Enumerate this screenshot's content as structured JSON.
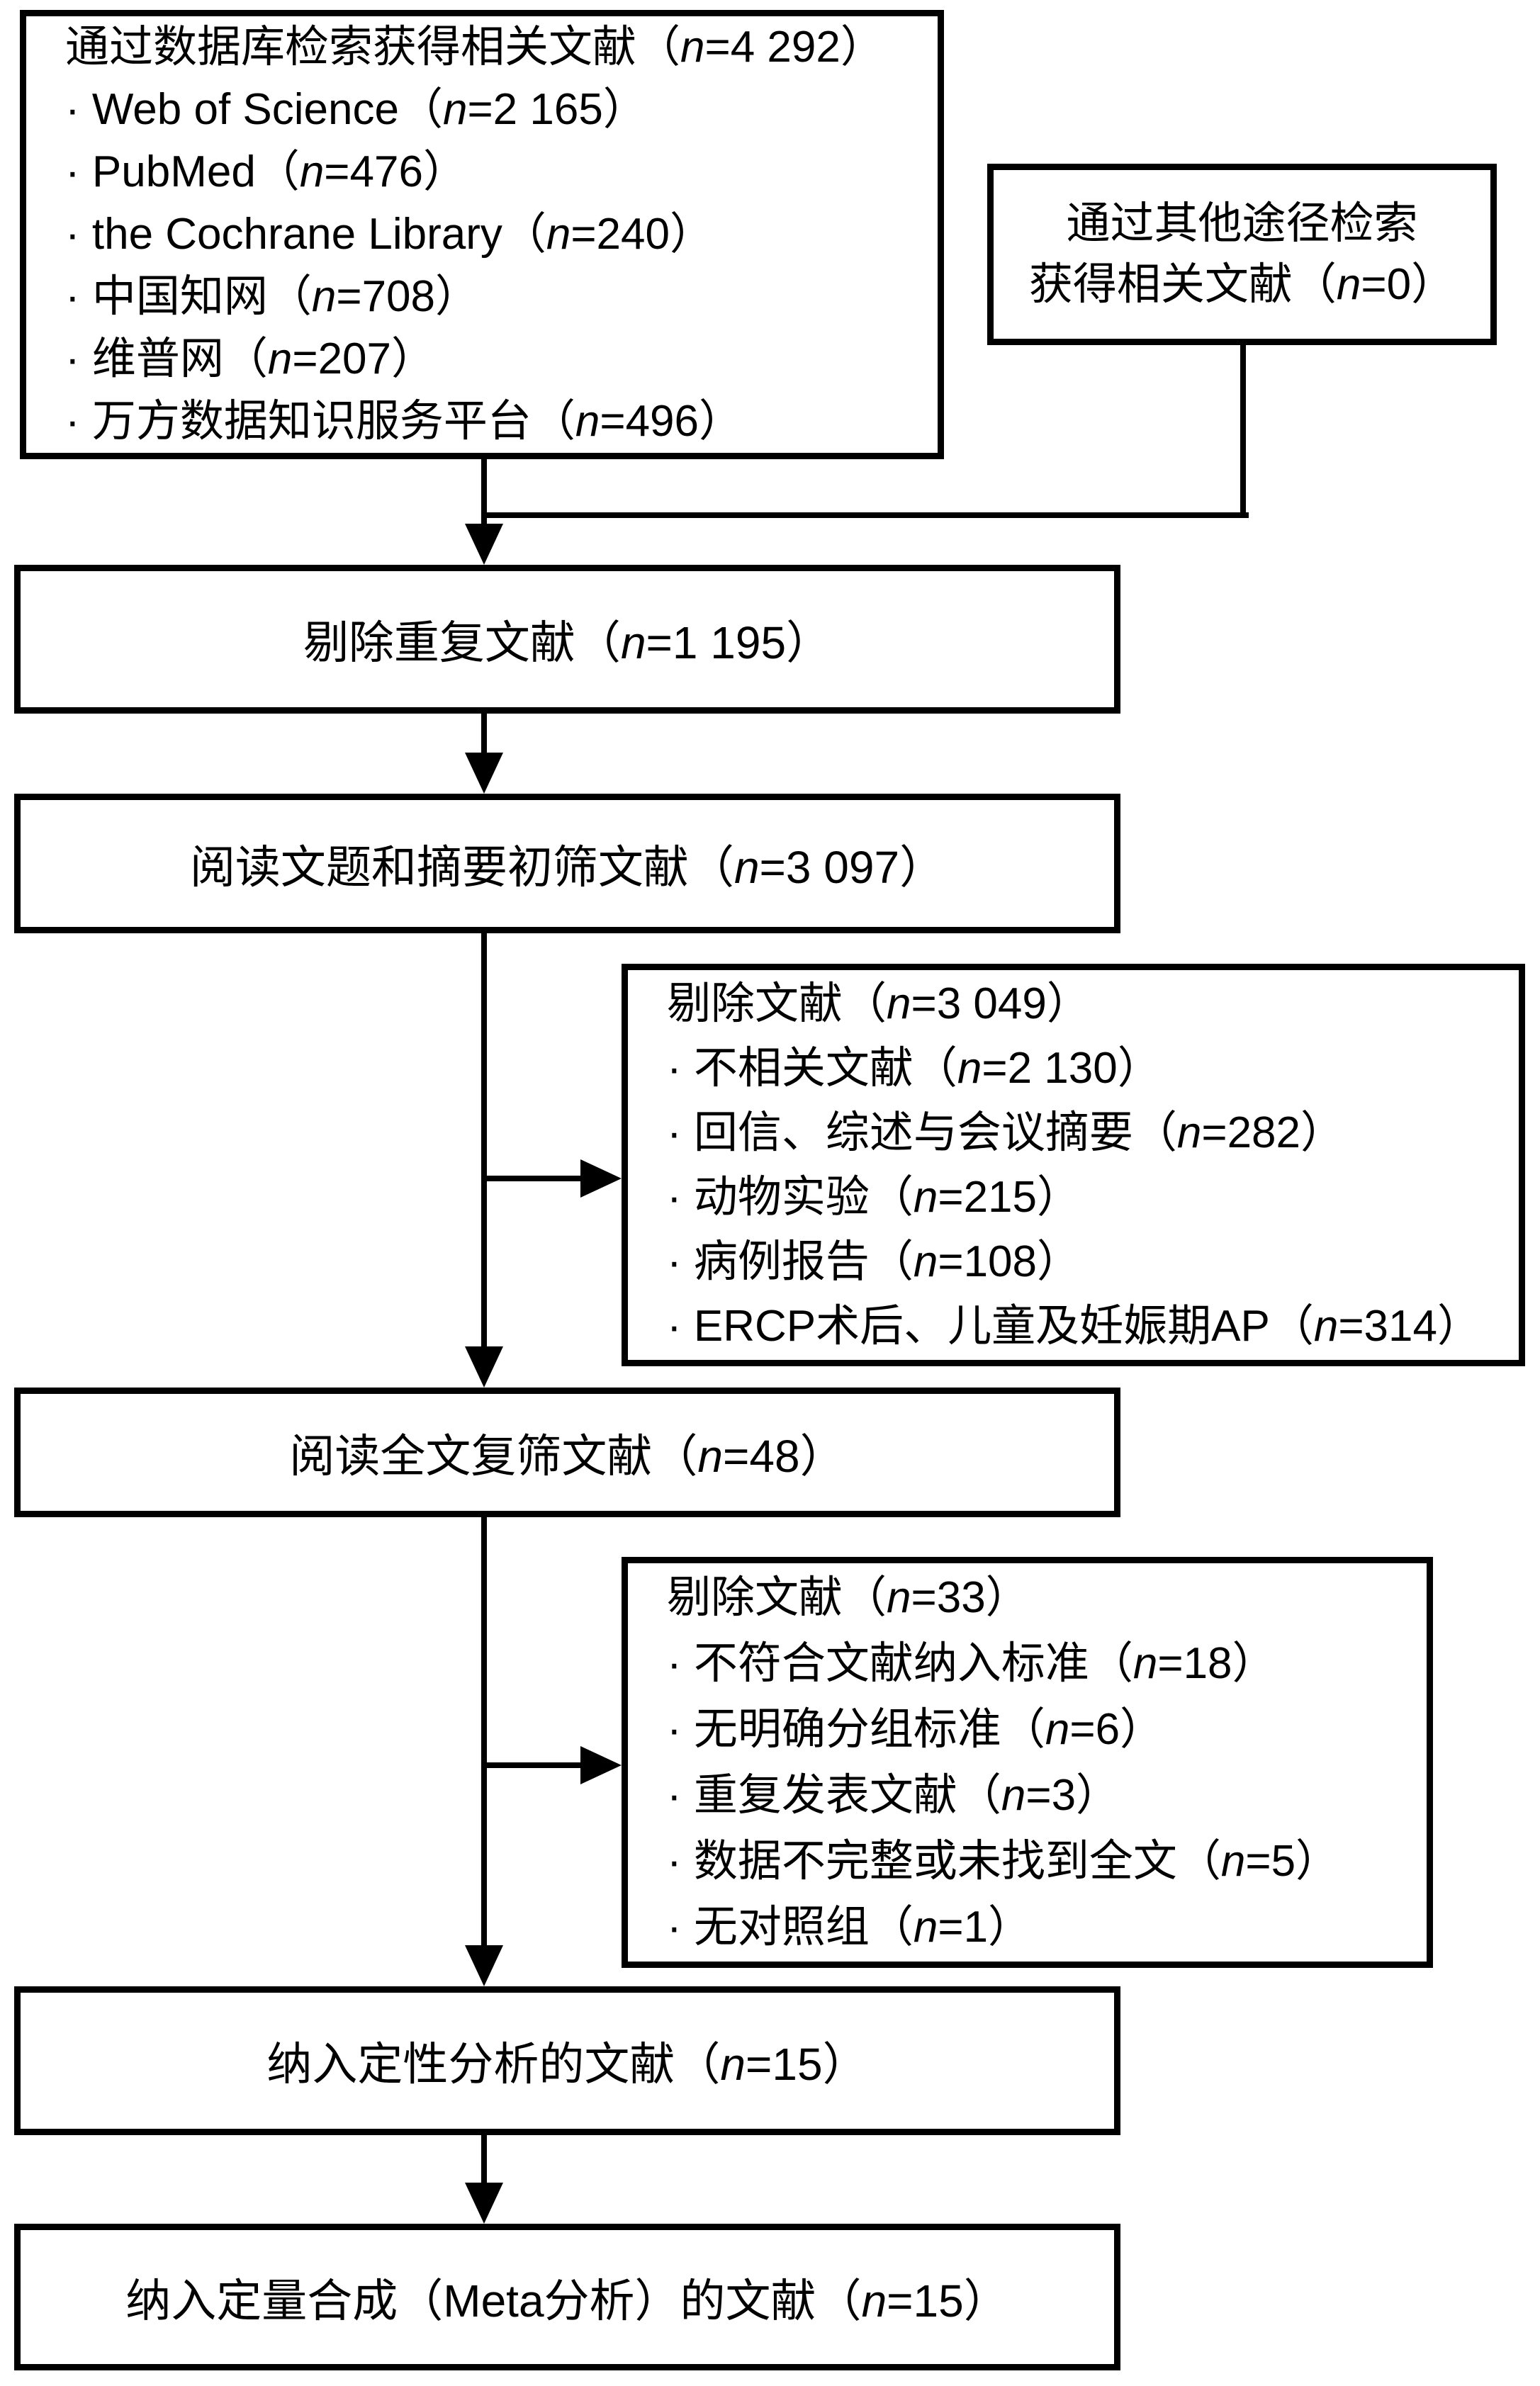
{
  "flowchart": {
    "colors": {
      "border": "#000000",
      "background": "#ffffff",
      "text": "#000000"
    },
    "boxes": {
      "database_search": {
        "title": "通过数据库检索获得相关文献（n=4 292）",
        "items": [
          "· Web of Science（n=2 165）",
          "· PubMed（n=476）",
          "· the Cochrane Library（n=240）",
          "· 中国知网（n=708）",
          "· 维普网（n=207）",
          "· 万方数据知识服务平台（n=496）"
        ]
      },
      "other_sources": {
        "line1": "通过其他途径检索",
        "line2": "获得相关文献（n=0）"
      },
      "duplicates_removed": {
        "label": "剔除重复文献（n=1 195）"
      },
      "title_abstract_screen": {
        "label": "阅读文题和摘要初筛文献（n=3 097）"
      },
      "excluded_initial": {
        "title": "剔除文献（n=3 049）",
        "items": [
          "· 不相关文献（n=2 130）",
          "· 回信、综述与会议摘要（n=282）",
          "· 动物实验（n=215）",
          "· 病例报告（n=108）",
          "· ERCP术后、儿童及妊娠期AP（n=314）"
        ]
      },
      "fulltext_screen": {
        "label": "阅读全文复筛文献（n=48）"
      },
      "excluded_fulltext": {
        "title": "剔除文献（n=33）",
        "items": [
          "· 不符合文献纳入标准（n=18）",
          "· 无明确分组标准（n=6）",
          "· 重复发表文献（n=3）",
          "· 数据不完整或未找到全文（n=5）",
          "· 无对照组（n=1）"
        ]
      },
      "qualitative_included": {
        "label": "纳入定性分析的文献（n=15）"
      },
      "quantitative_included": {
        "label": "纳入定量合成（Meta分析）的文献（n=15）"
      }
    }
  }
}
